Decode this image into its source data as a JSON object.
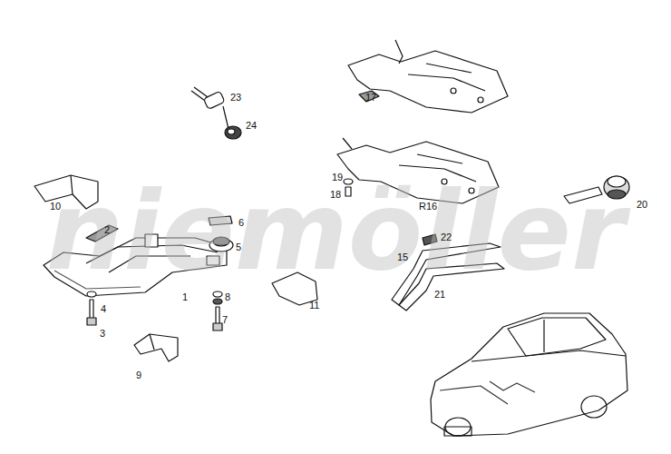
{
  "diagram": {
    "labels": [
      "niemöller",
      "23",
      "24",
      "17",
      "R16",
      "10",
      "19",
      "18",
      "15",
      "20",
      "2",
      "6",
      "5",
      "22",
      "1",
      "8",
      "11",
      "4",
      "7",
      "3",
      "21",
      "9"
    ]
  }
}
